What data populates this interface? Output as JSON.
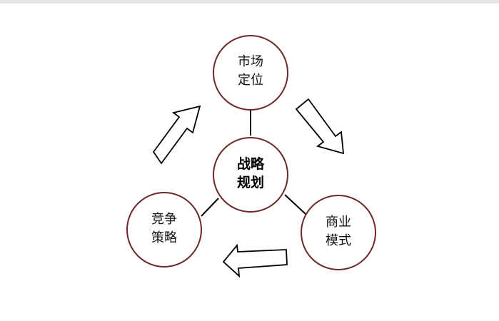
{
  "diagram": {
    "center": {
      "line1": "战略",
      "line2": "规划"
    },
    "top": {
      "line1": "市场",
      "line2": "定位"
    },
    "right": {
      "line1": "商业",
      "line2": "模式"
    },
    "left": {
      "line1": "竞争",
      "line2": "策略"
    }
  },
  "colors": {
    "circle_stroke": "#6b2a2a",
    "line": "#000000",
    "arrow_stroke": "#000000",
    "top_bar": "#e6e6e6"
  },
  "icons": {
    "arrow_up_right": "arrow-up-right-icon",
    "arrow_down_right": "arrow-down-right-icon",
    "arrow_left": "arrow-left-icon"
  }
}
